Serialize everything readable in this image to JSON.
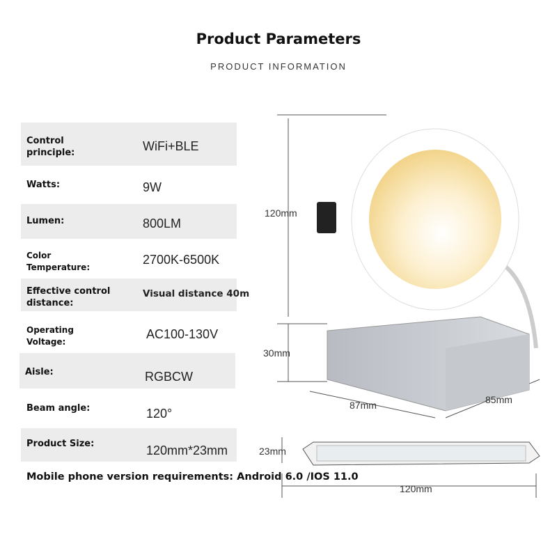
{
  "header": {
    "title": "Product Parameters",
    "subtitle": "PRODUCT INFORMATION"
  },
  "params": [
    {
      "label": "Control principle:",
      "value": "WiFi+BLE"
    },
    {
      "label": "Watts:",
      "value": "9W"
    },
    {
      "label": "Lumen:",
      "value": "800LM"
    },
    {
      "label": "Color Temperature:",
      "value": "2700K-6500K"
    },
    {
      "label": "Effective control distance:",
      "value": "Visual distance 40m"
    },
    {
      "label": "Operating Voltage:",
      "value": "AC100-130V"
    },
    {
      "label": "Aisle:",
      "value": "RGBCW"
    },
    {
      "label": "Beam angle:",
      "value": "120°"
    },
    {
      "label": "Product Size:",
      "value": "120mm*23mm"
    }
  ],
  "note": "Mobile phone version requirements: Android 6.0 /IOS 11.0",
  "dimensions": {
    "light_height": "120mm",
    "box_height": "30mm",
    "box_width": "87mm",
    "box_depth": "85mm",
    "panel_height": "23mm",
    "panel_width": "120mm"
  }
}
